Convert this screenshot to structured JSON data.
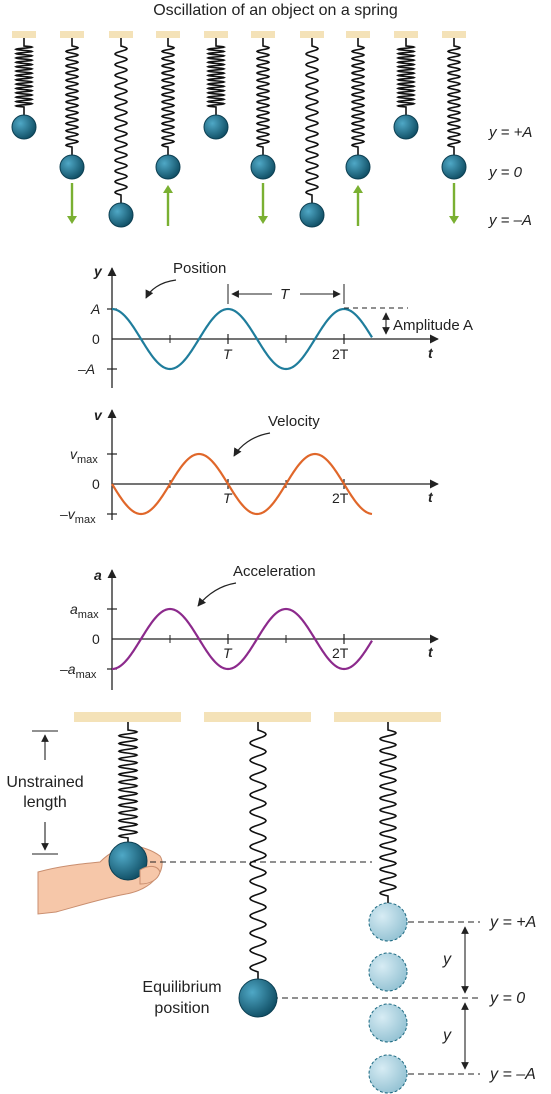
{
  "top_panel": {
    "title": "Oscillation of an object on a spring",
    "labels": {
      "plus_a": "y = +A",
      "zero": "y = 0",
      "minus_a": "y = –A"
    }
  },
  "position_graph": {
    "axis_y": "y",
    "axis_t": "t",
    "tick_a": "A",
    "tick_zero": "0",
    "tick_minus_a": "–A",
    "tick_T": "T",
    "tick_2T": "2T",
    "period_label": "T",
    "amplitude_label": "Amplitude A",
    "callout": "Position"
  },
  "velocity_graph": {
    "axis_y": "v",
    "axis_t": "t",
    "tick_max_base": "v",
    "tick_max_sub": "max",
    "tick_zero": "0",
    "tick_min_base": "–v",
    "tick_min_sub": "max",
    "tick_T": "T",
    "tick_2T": "2T",
    "callout": "Velocity"
  },
  "acceleration_graph": {
    "axis_y": "a",
    "axis_t": "t",
    "tick_max_base": "a",
    "tick_max_sub": "max",
    "tick_zero": "0",
    "tick_min_base": "–a",
    "tick_min_sub": "max",
    "tick_T": "T",
    "tick_2T": "2T",
    "callout": "Acceleration"
  },
  "bottom_panel": {
    "unstrained_line1": "Unstrained",
    "unstrained_line2": "length",
    "equilibrium_line1": "Equilibrium",
    "equilibrium_line2": "position",
    "label_plus_a": "y = +A",
    "label_zero": "y = 0",
    "label_minus_a": "y = –A",
    "dim_y_upper": "y",
    "dim_y_lower": "y"
  },
  "colors": {
    "ball": "#1d6a82",
    "ball_ghost": "#a9cfdd",
    "position_curve": "#1f7d9c",
    "velocity_curve": "#e0672a",
    "acceleration_curve": "#8c2a8c",
    "arrow": "#7ab032",
    "ceiling": "#f4e2b8",
    "skin": "#f6c7a9"
  }
}
